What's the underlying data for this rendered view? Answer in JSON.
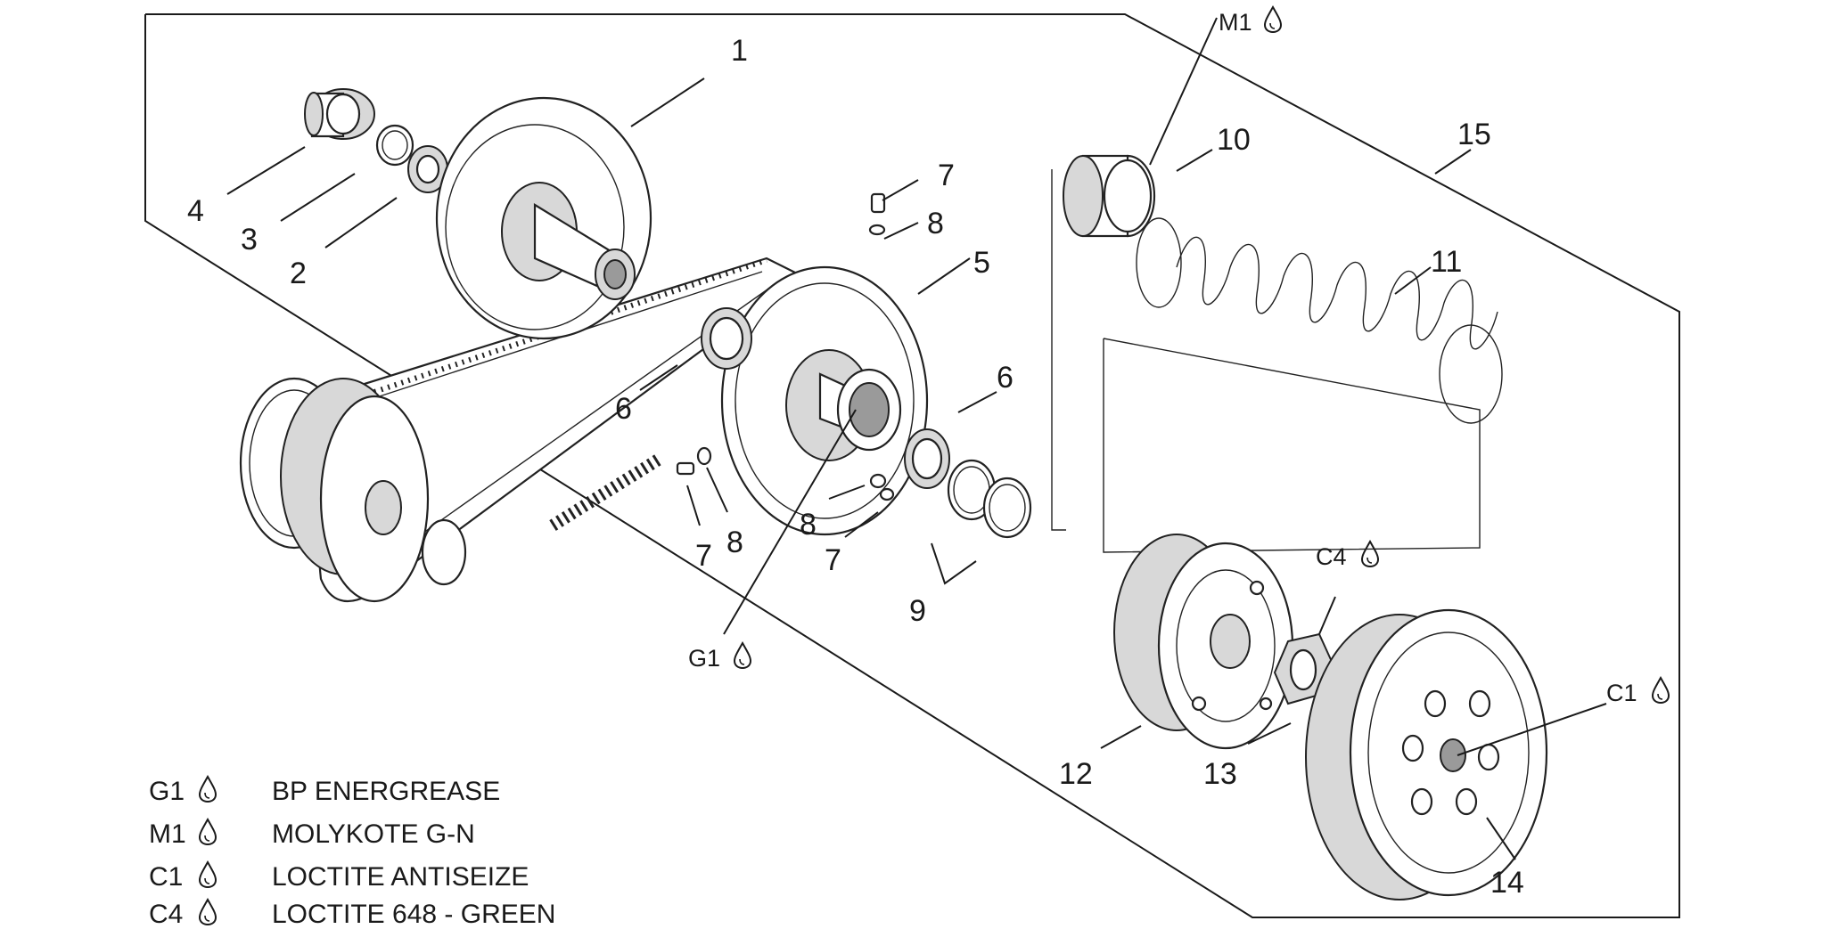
{
  "callouts": {
    "p1": "1",
    "p2": "2",
    "p3": "3",
    "p4": "4",
    "p5": "5",
    "p6a": "6",
    "p6b": "6",
    "p7a": "7",
    "p7b": "7",
    "p7c": "7",
    "p8a": "8",
    "p8b": "8",
    "p8c": "8",
    "p9": "9",
    "p10": "10",
    "p11": "11",
    "p12": "12",
    "p13": "13",
    "p14": "14",
    "p15": "15"
  },
  "lubricant_markers": {
    "m1": "M1",
    "g1": "G1",
    "c4": "C4",
    "c1": "C1"
  },
  "legend": [
    {
      "code": "G1",
      "description": "BP ENERGREASE"
    },
    {
      "code": "M1",
      "description": "MOLYKOTE G-N"
    },
    {
      "code": "C1",
      "description": "LOCTITE ANTISEIZE"
    },
    {
      "code": "C4",
      "description": "LOCTITE 648 - GREEN"
    }
  ],
  "icons": {
    "drop": "oil-drop-icon"
  }
}
